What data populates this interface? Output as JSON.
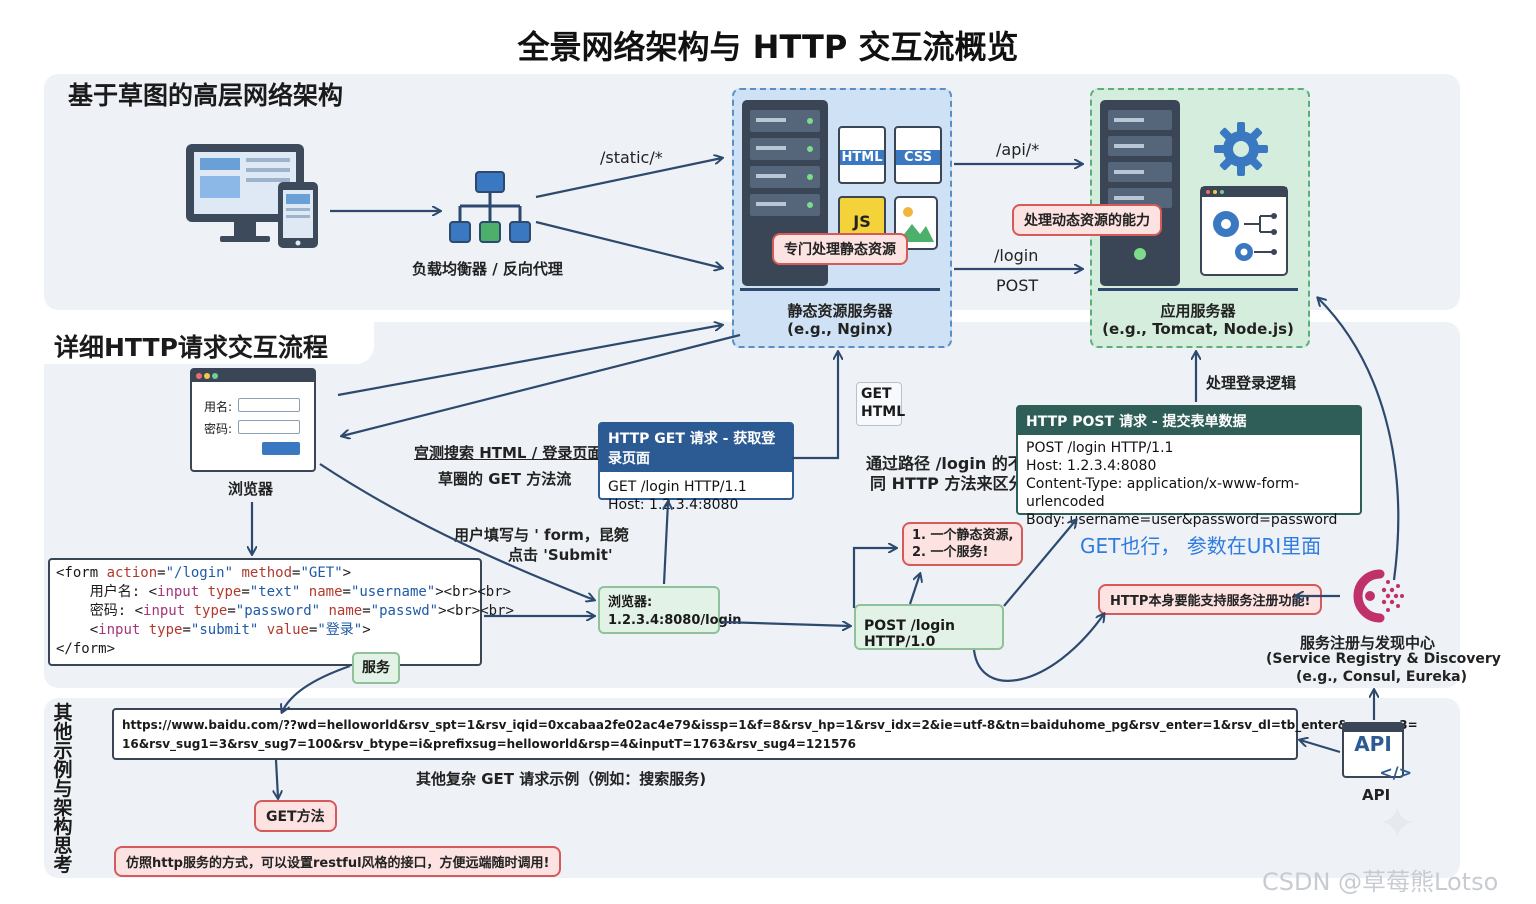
{
  "title": "全景网络架构与 HTTP 交互流概览",
  "sections": {
    "top": "基于草图的高层网络架构",
    "middle": "详细HTTP请求交互流程",
    "bottom_chars": [
      "其",
      "他",
      "示",
      "例",
      "与",
      "架",
      "构",
      "思",
      "考"
    ]
  },
  "top": {
    "lb_label": "负载均衡器 / 反向代理",
    "route_static": "/static/*",
    "route_api": "/api/*",
    "route_login": "/login",
    "route_post": "POST",
    "static_tag": "专门处理静态资源",
    "static_name": "静态资源服务器",
    "static_eg": "(e.g., Nginx)",
    "app_tag": "处理动态资源的能力",
    "app_name": "应用服务器",
    "app_eg": "(e.g., Tomcat, Node.js)",
    "html_icon": "HTML",
    "css_icon": "CSS",
    "js_icon": "JS"
  },
  "middle": {
    "browser_label": "浏览器",
    "form_user": "用名:",
    "form_pass": "密码:",
    "search_note_1": "宫测搜索 HTML / 登录页面",
    "search_note_2": "草圈的 GET 方法流",
    "get_html": [
      "GET",
      "HTML"
    ],
    "get_box": {
      "header": "HTTP GET 请求 - 获取登录页面",
      "lines": [
        "GET /login HTTP/1.1",
        "Host: 1.2.3.4:8080"
      ]
    },
    "post_box": {
      "header": "HTTP POST 请求 - 提交表单数据",
      "lines": [
        "POST /login HTTP/1.1",
        "Host: 1.2.3.4:8080",
        "Content-Type: application/x-www-form-urlencoded",
        "Body: username=user&password=password"
      ]
    },
    "login_logic": "处理登录逻辑",
    "path_note_1": "通过路径 /login 的不",
    "path_note_2": "同 HTTP 方法来区分",
    "fill_note_1": "用户填写与 ' form，昆箢",
    "fill_note_2": "点击 'Submit'",
    "browser_addr_1": "浏览器:",
    "browser_addr_2": "1.2.3.4:8080/login",
    "post_http10": "POST /login HTTP/1.0",
    "resource_tag_1": "1. 一个静态资源,",
    "resource_tag_2": "2. 一个服务!",
    "handwritten": "GET也行， 参数在URI里面",
    "registry_tag": "HTTP本身要能支持服务注册功能!",
    "registry_name": "服务注册与发现中心",
    "registry_en": "(Service Registry & Discovery",
    "registry_eg": "(e.g., Consul, Eureka)",
    "service_tag": "服务",
    "code_lines": [
      [
        "<form ",
        "action",
        "=",
        "\"/login\"",
        " ",
        "method",
        "=",
        "\"GET\"",
        ">"
      ],
      [
        "    用户名: <",
        "input",
        " ",
        "type",
        "=",
        "\"text\"",
        " ",
        "name",
        "=",
        "\"username\"",
        "><br><br>"
      ],
      [
        "    密码: <",
        "input",
        " ",
        "type",
        "=",
        "\"password\"",
        " ",
        "name",
        "=",
        "\"passwd\"",
        "><br><br>"
      ],
      [
        "    <",
        "input",
        " ",
        "type",
        "=",
        "\"submit\"",
        " ",
        "value",
        "=",
        "\"登录\"",
        ">"
      ],
      [
        "</form>"
      ]
    ]
  },
  "bottom": {
    "url_1": "https://www.baidu.com/??wd=helloworld&rsv_spt=1&rsv_iqid=0xcabaa2fe02ac4e79&issp=1&f=8&rsv_hp=1&rsv_idx=2&ie=utf-8&tn=baiduhome_pg&rsv_enter=1&rsv_dl=tb_enter&rsv_sug3=",
    "url_2": "16&rsv_sug1=3&rsv_sug7=100&rsv_btype=i&prefixsug=helloworld&rsp=4&inputT=1763&rsv_sug4=121576",
    "caption": "其他复杂 GET 请求示例（例如：搜索服务)",
    "get_method": "GET方法",
    "restful_note": "仿照http服务的方式，可以设置restful风格的接口，方便远端随时调用!",
    "api_icon": "API",
    "api_label": "API"
  },
  "watermark": "CSDN @草莓熊Lotso",
  "colors": {
    "panel": "#eef2f7",
    "arrow": "#2d4a6e",
    "accent_blue": "#3a78c2",
    "red_tag": "#d65a5a",
    "post_head": "#2f5d57",
    "get_head": "#2c5b93",
    "registry": "#c0306a"
  }
}
